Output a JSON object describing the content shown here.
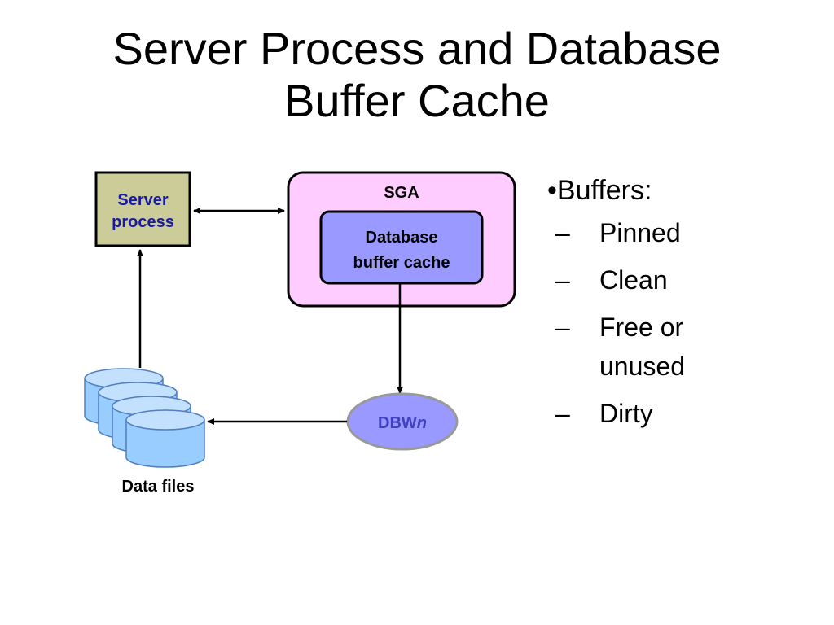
{
  "title": {
    "line1": "Server Process and Database",
    "line2": "Buffer Cache"
  },
  "diagram": {
    "server_process": {
      "line1": "Server",
      "line2": "process"
    },
    "sga": {
      "label": "SGA"
    },
    "buffer_cache": {
      "line1": "Database",
      "line2": "buffer cache"
    },
    "dbwn": {
      "prefix": "DBW",
      "suffix": "n"
    },
    "data_files": {
      "label": "Data files"
    }
  },
  "bullets": {
    "main": "•Buffers:",
    "items": [
      {
        "dash": "–",
        "text": "Pinned"
      },
      {
        "dash": "–",
        "text": "Clean"
      },
      {
        "dash": "–",
        "text": "Free or unused"
      },
      {
        "dash": "–",
        "text": "Dirty"
      }
    ]
  },
  "colors": {
    "server_box_fill": "#cccc99",
    "server_text": "#1a1aa8",
    "sga_fill": "#ffccff",
    "cache_fill": "#9999ff",
    "dbwn_fill": "#9999ff",
    "dbwn_text": "#4040c0",
    "cylinder_fill": "#99ccff",
    "cylinder_stroke": "#4f7fc0"
  }
}
